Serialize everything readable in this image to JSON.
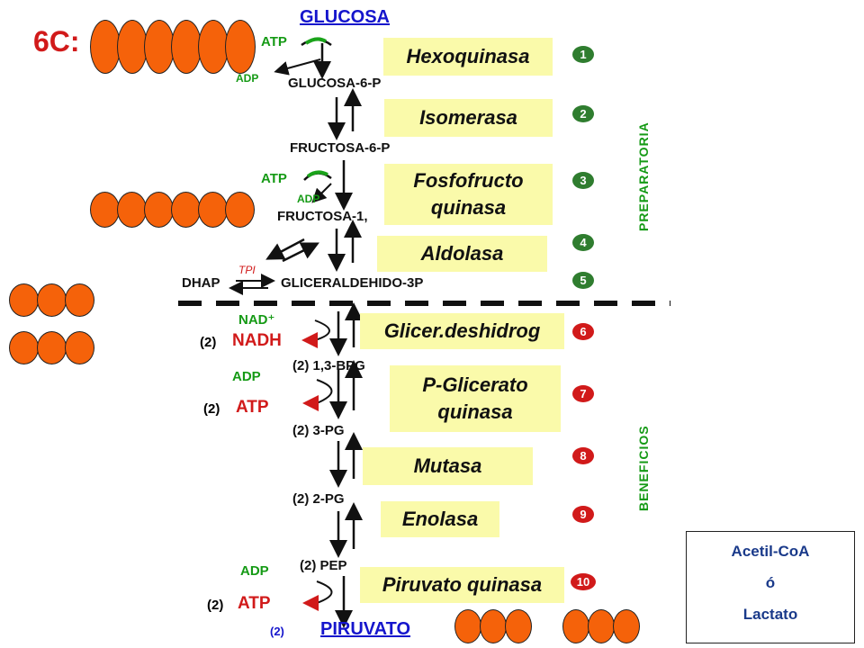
{
  "header": {
    "carbon_label": "6C:",
    "start": "GLUCOSA",
    "end": "PIRUVATO"
  },
  "metabolites": {
    "g6p": "GLUCOSA-6-P",
    "f6p": "FRUCTOSA-6-P",
    "f16bp": "FRUCTOSA-1,",
    "dhap": "DHAP",
    "tpi": "TPI",
    "g3p": "GLICERALDEHIDO-3P",
    "bpg": "(2)  1,3-BPG",
    "pg3": "(2)  3-PG",
    "pg2": "(2)  2-PG",
    "pep": "(2)  PEP",
    "pyr_coef": "(2)"
  },
  "cofactors": {
    "atp1": "ATP",
    "adp1": "ADP",
    "atp3": "ATP",
    "adp3": "ADP",
    "nad": "NAD⁺",
    "nadh_coef": "(2)",
    "nadh": "NADH",
    "adp7": "ADP",
    "atp7_coef": "(2)",
    "atp7": "ATP",
    "adp10": "ADP",
    "atp10_coef": "(2)",
    "atp10": "ATP"
  },
  "enzymes": [
    {
      "step": "1",
      "line1": "Hexoquinasa",
      "line2": ""
    },
    {
      "step": "2",
      "line1": "Isomerasa",
      "line2": ""
    },
    {
      "step": "3",
      "line1": "Fosfofructo",
      "line2": "quinasa"
    },
    {
      "step": "4",
      "line1": "Aldolasa",
      "line2": ""
    },
    {
      "step": "5",
      "line1": "",
      "line2": ""
    },
    {
      "step": "6",
      "line1": "Glicer.deshidrog",
      "line2": ""
    },
    {
      "step": "7",
      "line1": "P-Glicerato",
      "line2": "quinasa"
    },
    {
      "step": "8",
      "line1": "Mutasa",
      "line2": ""
    },
    {
      "step": "9",
      "line1": "Enolasa",
      "line2": ""
    },
    {
      "step": "10",
      "line1": "Piruvato quinasa",
      "line2": ""
    }
  ],
  "phases": {
    "preparatory": "PREPARATORIA",
    "benefits": "BENEFICIOS"
  },
  "output_box": {
    "line1": "Acetil-CoA",
    "line2": "ó",
    "line3": "Lactato"
  },
  "colors": {
    "carbon": "#f5620a",
    "enzyme_box": "#fafaaa",
    "prep_step": "#2f7d2f",
    "benefit_step": "#d11a1a"
  }
}
